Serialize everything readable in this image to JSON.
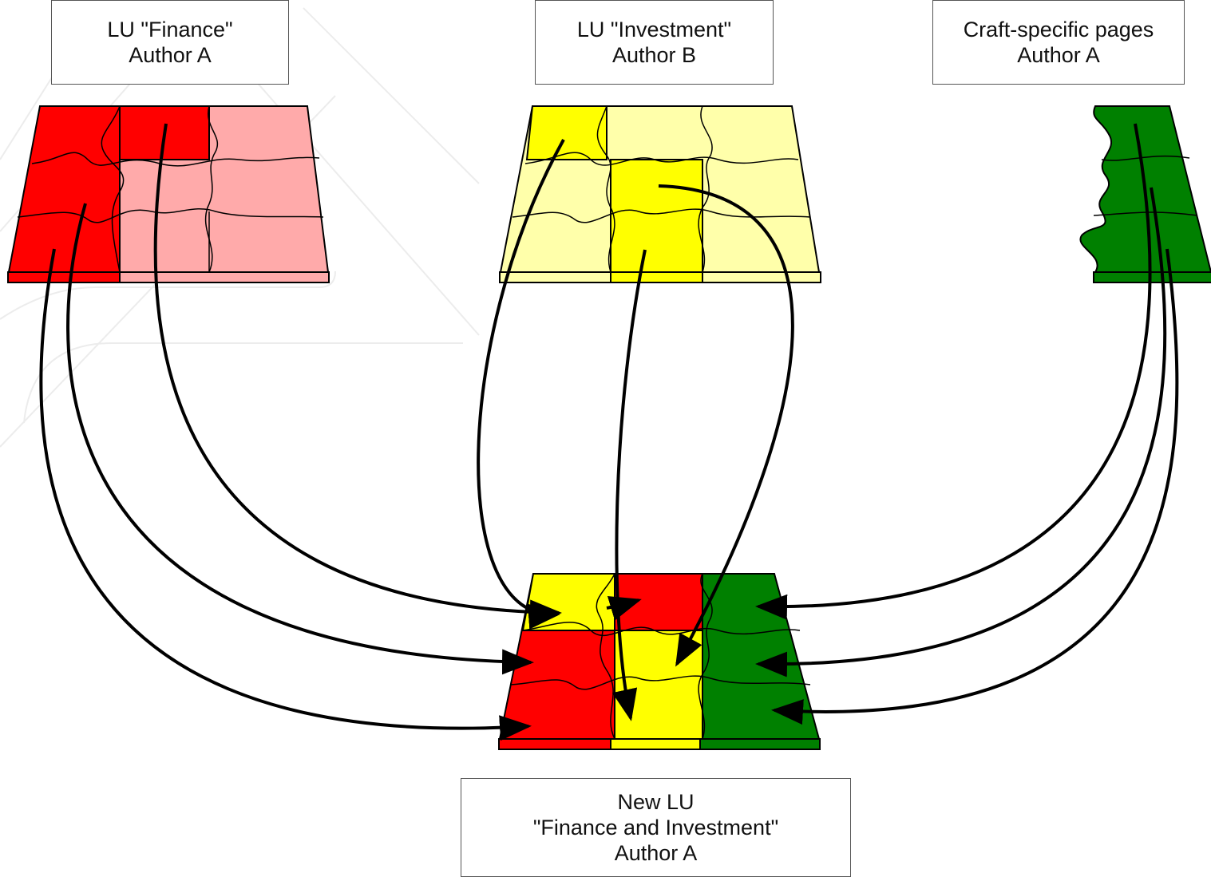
{
  "labels": {
    "finance": {
      "line1": "LU \"Finance\"",
      "line2": "Author A"
    },
    "investment": {
      "line1": "LU \"Investment\"",
      "line2": "Author B"
    },
    "craft": {
      "line1": "Craft-specific pages",
      "line2": "Author A"
    },
    "new_lu": {
      "line1": "New LU",
      "line2": "\"Finance and Investment\"",
      "line3": "Author A"
    }
  },
  "colors": {
    "finance_strong": "#ff0000",
    "finance_light": "#ffaaaa",
    "investment_strong": "#ffff00",
    "investment_light": "#ffffaa",
    "craft": "#008000",
    "outline": "#000000"
  }
}
